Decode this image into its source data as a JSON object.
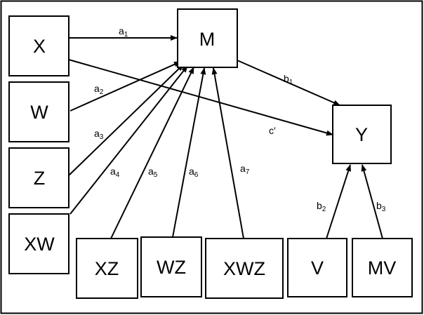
{
  "diagram": {
    "nodes": {
      "X": "X",
      "W": "W",
      "Z": "Z",
      "XW": "XW",
      "M": "M",
      "XZ": "XZ",
      "WZ": "WZ",
      "XWZ": "XWZ",
      "Y": "Y",
      "V": "V",
      "MV": "MV"
    },
    "paths": {
      "a1": {
        "base": "a",
        "sub": "1"
      },
      "a2": {
        "base": "a",
        "sub": "2"
      },
      "a3": {
        "base": "a",
        "sub": "3"
      },
      "a4": {
        "base": "a",
        "sub": "4"
      },
      "a5": {
        "base": "a",
        "sub": "5"
      },
      "a6": {
        "base": "a",
        "sub": "6"
      },
      "a7": {
        "base": "a",
        "sub": "7"
      },
      "b1": {
        "base": "b",
        "sub": "1"
      },
      "b2": {
        "base": "b",
        "sub": "2"
      },
      "b3": {
        "base": "b",
        "sub": "3"
      },
      "c_prime": {
        "base": "c′",
        "sub": ""
      }
    }
  }
}
